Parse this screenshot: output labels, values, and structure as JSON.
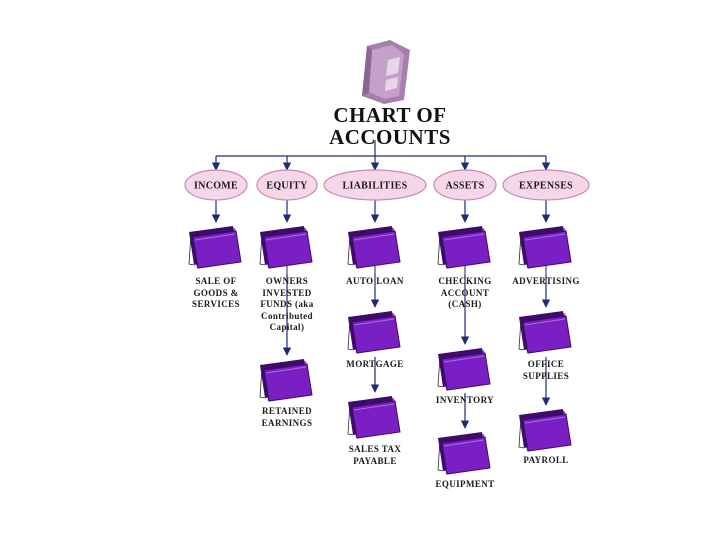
{
  "title": {
    "line1": "CHART OF",
    "line2": "ACCOUNTS"
  },
  "icon": "file-cabinet-icon",
  "item_icon": "folder-icon",
  "colors": {
    "ellipse_fill": "#f6d7ea",
    "ellipse_stroke": "#c888b0",
    "connector": "#1f2a78",
    "folder": "#7a1fc4",
    "folder_dark": "#3e0b6b",
    "cabinet": "#c5a0c8"
  },
  "categories": [
    {
      "id": "income",
      "label": "INCOME",
      "items": [
        {
          "lines": [
            "SALE OF",
            "GOODS &",
            "SERVICES"
          ]
        }
      ]
    },
    {
      "id": "equity",
      "label": "EQUITY",
      "items": [
        {
          "lines": [
            "OWNERS",
            "INVESTED",
            "FUNDS (aka",
            "Contributed",
            "Capital)"
          ]
        },
        {
          "lines": [
            "RETAINED",
            "EARNINGS"
          ]
        }
      ]
    },
    {
      "id": "liabilities",
      "label": "LIABILITIES",
      "items": [
        {
          "lines": [
            "AUTO LOAN"
          ]
        },
        {
          "lines": [
            "MORTGAGE"
          ]
        },
        {
          "lines": [
            "SALES TAX",
            "PAYABLE"
          ]
        }
      ]
    },
    {
      "id": "assets",
      "label": "ASSETS",
      "items": [
        {
          "lines": [
            "CHECKING",
            "ACCOUNT",
            "(CASH)"
          ]
        },
        {
          "lines": [
            "INVENTORY"
          ]
        },
        {
          "lines": [
            "EQUIPMENT"
          ]
        }
      ]
    },
    {
      "id": "expenses",
      "label": "EXPENSES",
      "items": [
        {
          "lines": [
            "ADVERTISING"
          ]
        },
        {
          "lines": [
            "OFFICE",
            "SUPPLIES"
          ]
        },
        {
          "lines": [
            "PAYROLL"
          ]
        }
      ]
    }
  ]
}
